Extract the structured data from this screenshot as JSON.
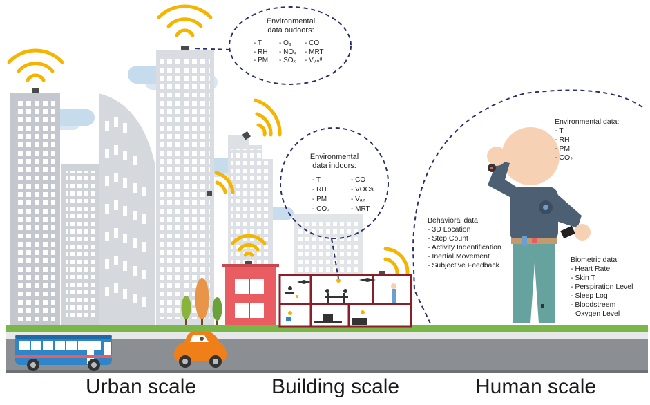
{
  "outdoor": {
    "title_1": "Environmental",
    "title_2": "data oudoors:",
    "col1": [
      "- T",
      "- RH",
      "- PM"
    ],
    "col2": [
      "- O₃",
      "- NOₓ",
      "- SOₓ"
    ],
    "col3": [
      "- CO",
      "- MRT",
      "- Vᵥᵢₙᵈ"
    ]
  },
  "indoor": {
    "title_1": "Environmental",
    "title_2": "data indoors:",
    "col1": [
      "- T",
      "- RH",
      "- PM",
      "- CO₂"
    ],
    "col2": [
      "- CO",
      "- VOCs",
      "- Vₐᵢᵣ",
      "- MRT"
    ]
  },
  "human_env": {
    "title": "Environmental data:",
    "items": [
      "- T",
      "- RH",
      "- PM",
      "- CO₂"
    ]
  },
  "behavioral": {
    "title": "Behavioral data:",
    "items": [
      "- 3D Location",
      "- Step Count",
      "- Activity Indentification",
      "- Inertial Movement",
      "- Subjective Feedback"
    ]
  },
  "biometric": {
    "title": "Biometric data:",
    "items": [
      "- Heart Rate",
      "- Skin T",
      "- Perspiration Level",
      "- Sleep Log",
      "- Bloodstreem",
      "  Oxygen Level"
    ]
  },
  "scales": {
    "urban": "Urban scale",
    "building": "Building scale",
    "human": "Human scale"
  },
  "colors": {
    "wifi": "#f5b400",
    "building_gray": "#c9ccd1",
    "building_light": "#dfe2e6",
    "cloud": "#b9d3e8",
    "grass": "#7ab648",
    "road": "#8b8f94",
    "house_red": "#e95d62",
    "bus_blue": "#2e86c9",
    "car_orange": "#f07f1a",
    "shirt": "#4d5f73",
    "pants": "#66a39e",
    "skin": "#f6d1b3",
    "dash": "#2a2f66"
  }
}
